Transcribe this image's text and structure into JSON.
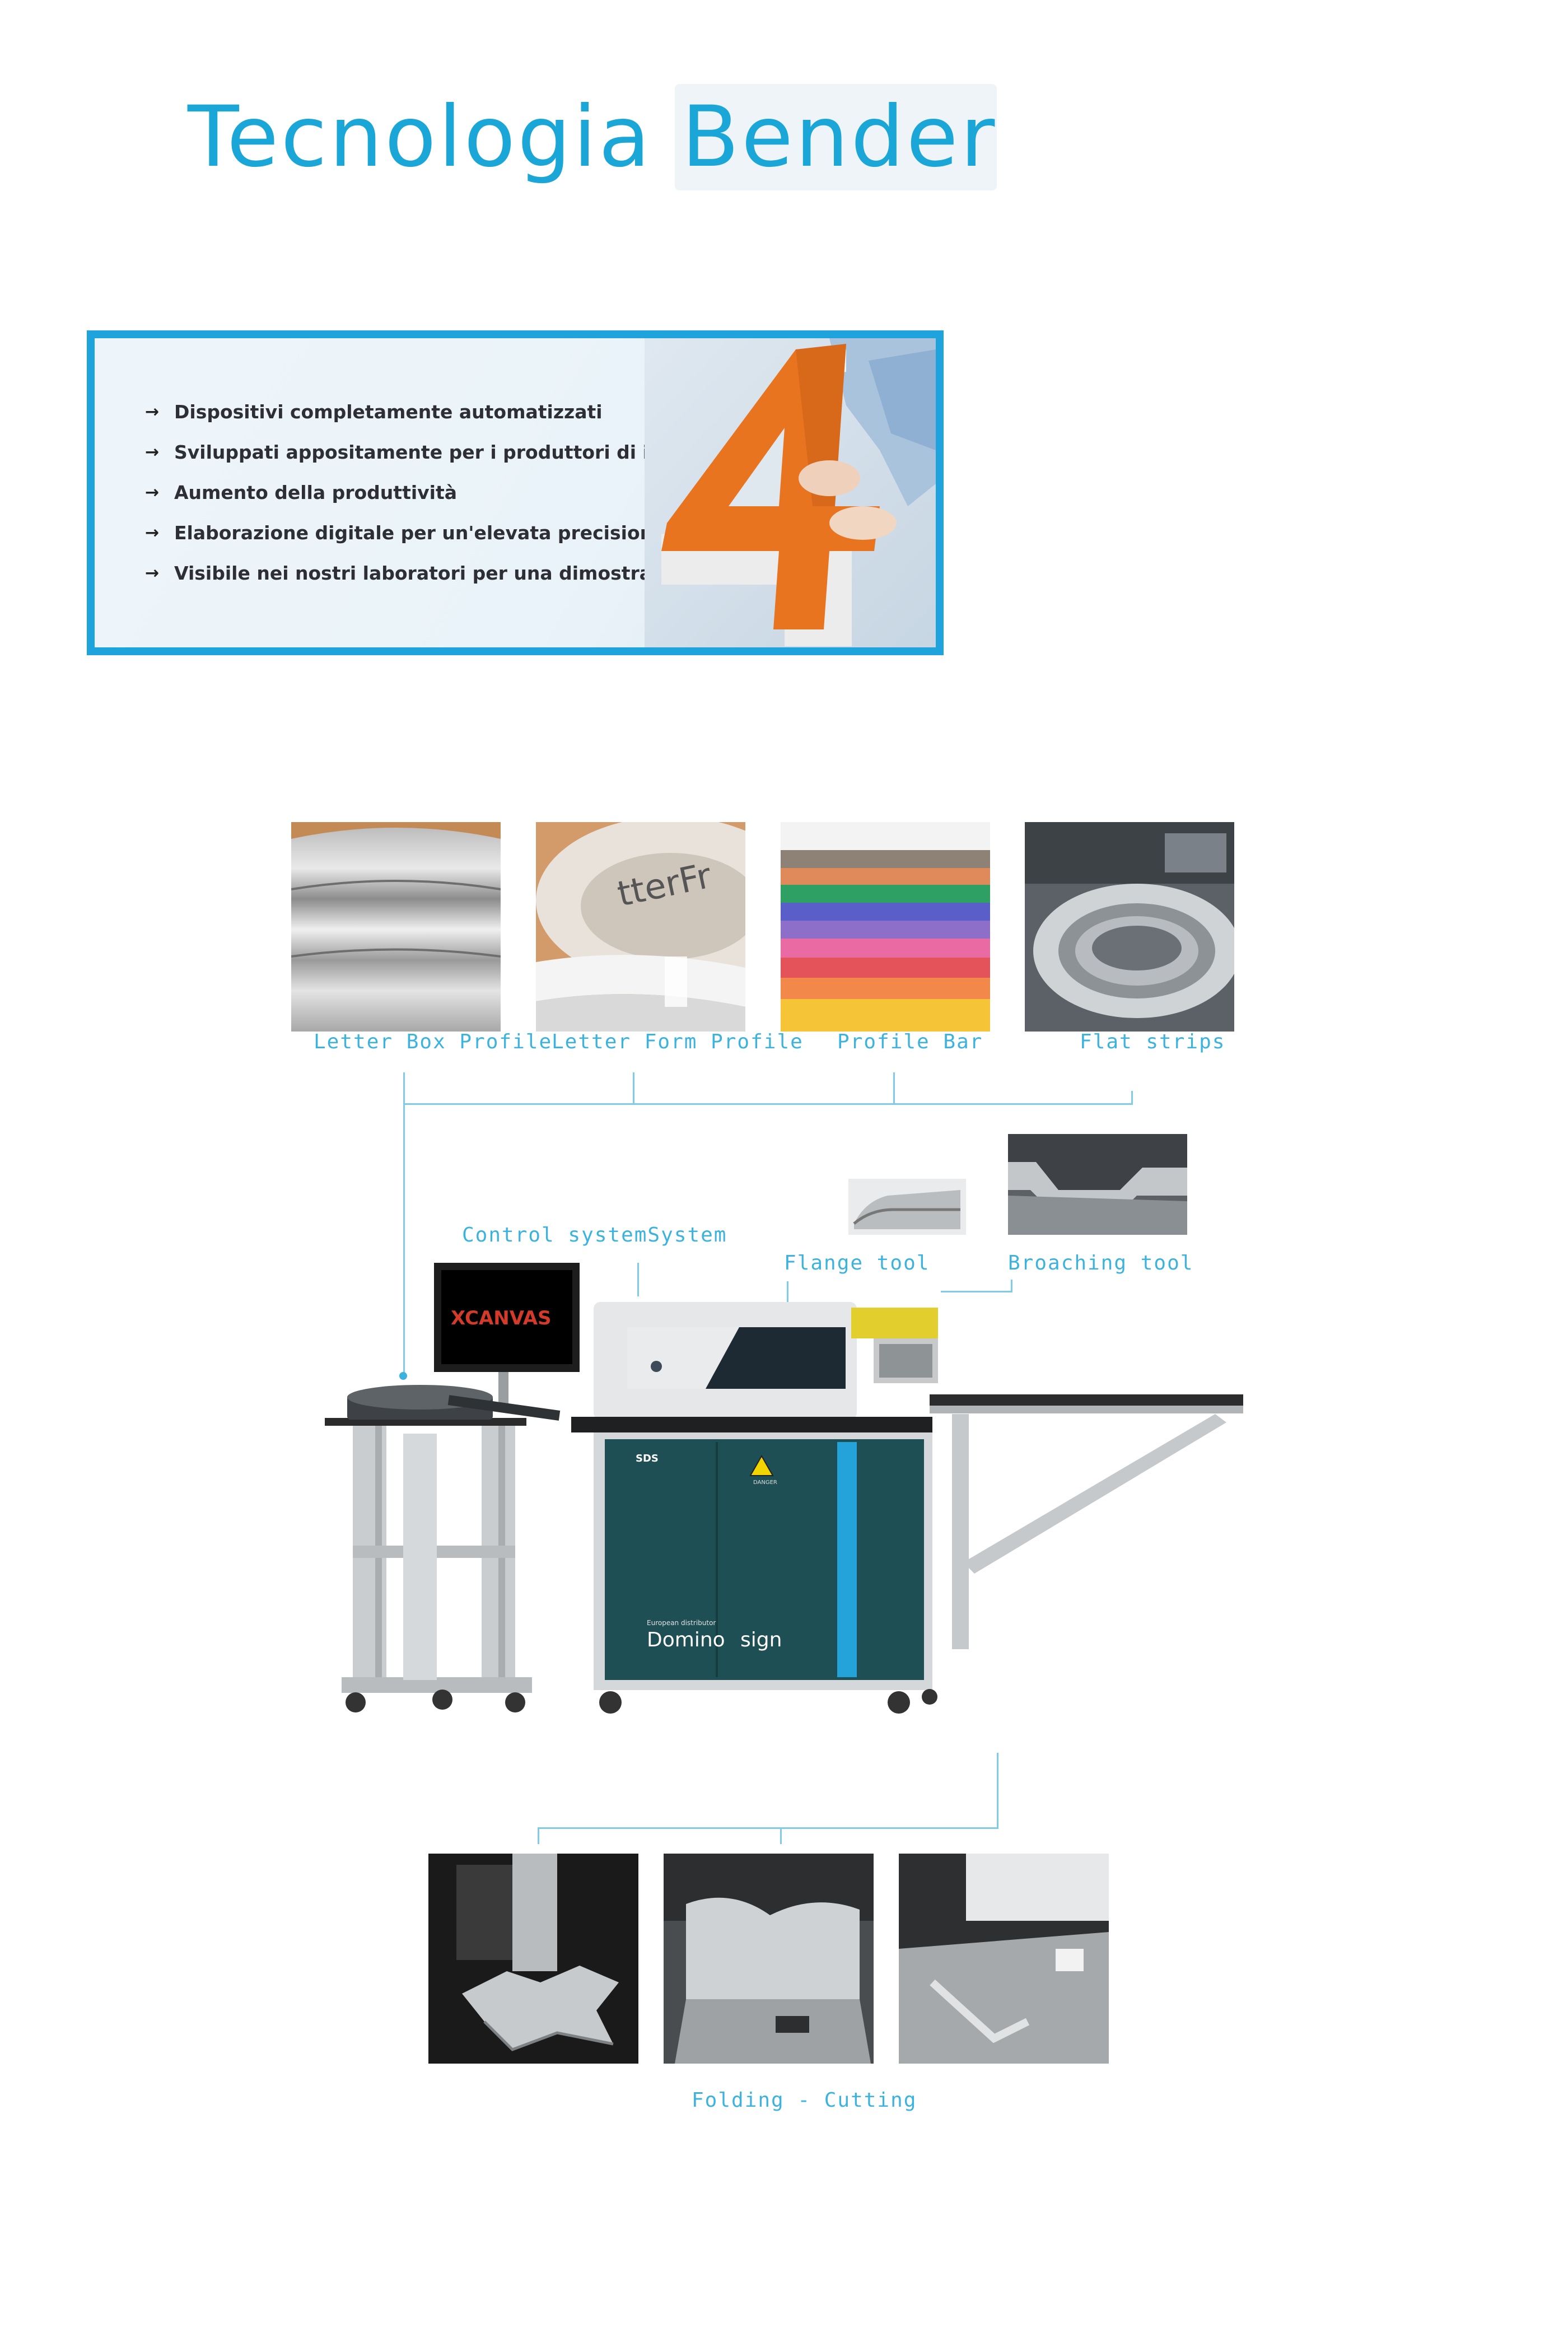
{
  "title": {
    "word1": "Tecnologia",
    "word2": "Bender",
    "color": "#1aa6d6"
  },
  "features": {
    "items": [
      "Dispositivi completamente automatizzati",
      "Sviluppati appositamente per i produttori di insegne.",
      "Aumento della produttività",
      "Elaborazione digitale per un'elevata precisione",
      "Visibile nei nostri laboratori per una dimostrazione"
    ],
    "border_color": "#1ea3dc",
    "illustration": "orange-letter-four-being-assembled"
  },
  "profiles": [
    {
      "label": "Letter Box Profile",
      "image": "aluminium-letter-box-profile-coil"
    },
    {
      "label": "Letter Form Profile",
      "image": "white-letter-form-profile-roll"
    },
    {
      "label": "Profile Bar",
      "image": "coloured-profile-bars"
    },
    {
      "label": "Flat strips",
      "image": "flat-strip-coil"
    }
  ],
  "machine": {
    "control_label": "Control systemSystem",
    "screen_text": "XCANVAS",
    "warning_text": "DANGER",
    "brand_small": "SDS",
    "distributor_caption": "European distributor",
    "brand": "Domino",
    "brand_suffix": "sign",
    "tools": [
      {
        "label": "Flange tool",
        "image": "flange-tool-closeup"
      },
      {
        "label": "Broaching tool",
        "image": "broaching-tool-closeup"
      }
    ]
  },
  "outputs": {
    "label": "Folding - Cutting",
    "images": [
      "folded-aluminium-star-letter",
      "aluminium-channel-letter-parts",
      "cut-aluminium-strip-on-machine"
    ]
  },
  "accent_label_color": "#3cb3df"
}
